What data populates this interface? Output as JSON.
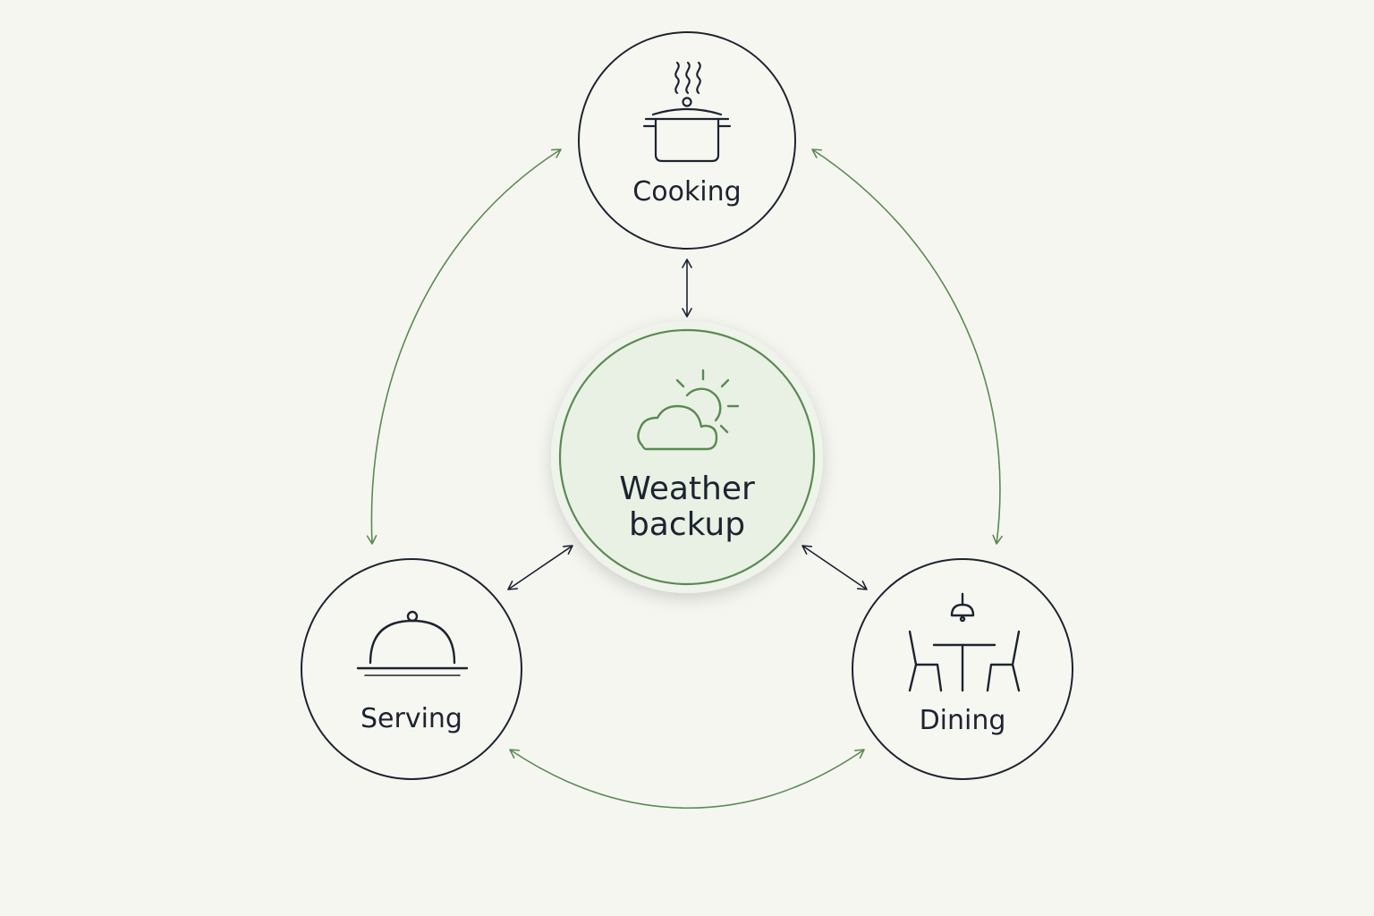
{
  "nodes": {
    "cooking": {
      "label": "Cooking",
      "icon": "cooking-pot-icon"
    },
    "serving": {
      "label": "Serving",
      "icon": "serving-cloche-icon"
    },
    "dining": {
      "label": "Dining",
      "icon": "dining-table-icon"
    },
    "center": {
      "label_line1": "Weather",
      "label_line2": "backup",
      "icon": "cloud-sun-icon"
    }
  },
  "colors": {
    "background": "#f6f6f1",
    "ink": "#1d2430",
    "accent_green": "#5a8a52",
    "center_fill": "#e9f1e4"
  }
}
